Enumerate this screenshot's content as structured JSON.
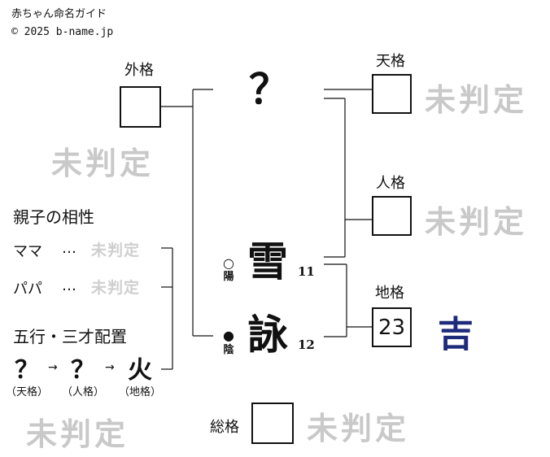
{
  "header": {
    "title": "赤ちゃん命名ガイド",
    "copyright": "© 2025 b-name.jp"
  },
  "name_chars": {
    "surname": [
      {
        "char": "？"
      }
    ],
    "given": [
      {
        "char": "雪",
        "strokes": "11",
        "mark": "○",
        "yinyang": "陽"
      },
      {
        "char": "詠",
        "strokes": "12",
        "mark": "●",
        "yinyang": "陰"
      }
    ]
  },
  "kaku": {
    "gaikaku": {
      "label": "外格",
      "value": "",
      "result": "未判定"
    },
    "tenkaku": {
      "label": "天格",
      "value": "",
      "result": "未判定"
    },
    "jinkaku": {
      "label": "人格",
      "value": "",
      "result": "未判定"
    },
    "chikaku": {
      "label": "地格",
      "value": "23",
      "result": "吉"
    },
    "soukaku": {
      "label": "総格",
      "value": "",
      "result": "未判定"
    }
  },
  "compat": {
    "heading": "親子の相性",
    "mama": {
      "label": "ママ",
      "dots": "…",
      "result": "未判定"
    },
    "papa": {
      "label": "パパ",
      "dots": "…",
      "result": "未判定"
    }
  },
  "gogyo": {
    "heading": "五行・三才配置",
    "items": [
      {
        "glyph": "？",
        "label": "（天格）"
      },
      {
        "glyph": "？",
        "label": "（人格）"
      },
      {
        "glyph": "火",
        "label": "（地格）"
      }
    ],
    "arrow": "→",
    "result": "未判定"
  }
}
